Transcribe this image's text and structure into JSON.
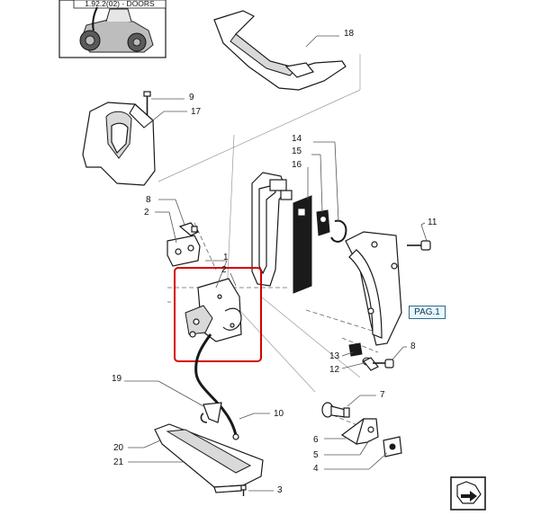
{
  "reference": {
    "label": "1.92.2(02) - DOORS"
  },
  "nav": {
    "page_link": "PAG.1",
    "next_icon": "arrow-next-icon"
  },
  "callouts": [
    "18",
    "9",
    "17",
    "8",
    "2",
    "14",
    "15",
    "16",
    "11",
    "1",
    "2",
    "13",
    "12",
    "8",
    "19",
    "7",
    "10",
    "6",
    "5",
    "4",
    "20",
    "21",
    "3"
  ],
  "colors": {
    "highlight_box": "#d40000",
    "link_tag_bg": "#e8f6ff",
    "link_tag_border": "#2b6c8a"
  }
}
